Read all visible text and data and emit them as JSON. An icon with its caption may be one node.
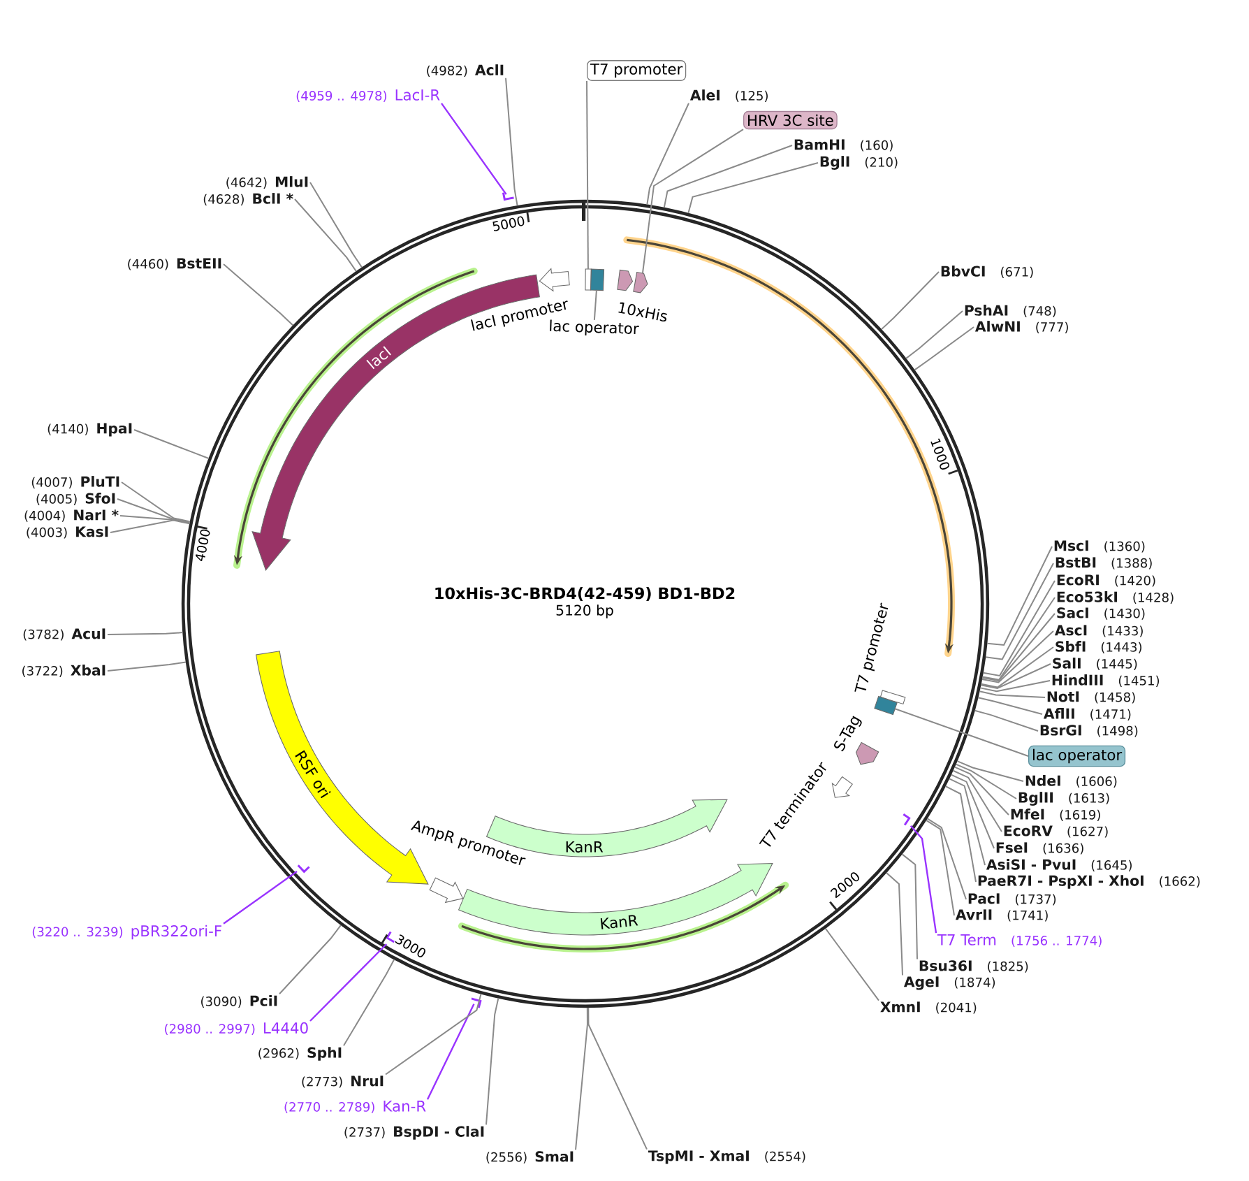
{
  "diagram": {
    "title": "10xHis-3C-BRD4(42-459) BD1-BD2",
    "nodes": [
      {
        "text": [],
        "shape": "circle"
      },
      {
        "text": [],
        "shape": "box",
        "in": 0
      },
      {
        "text": [],
        "shape": "box",
        "in": 0
      },
      {
        "text": [
          "10xHis"
        ],
        "in": 0
      },
      {
        "text": [],
        "shape": "arrow",
        "in": 0
      },
      {
        "text": [
          "T7 promoter"
        ],
        "in": 0
      },
      {
        "text": [],
        "shape": "box",
        "in": 0
      },
      {
        "text": [
          "S-Tag"
        ],
        "in": 0
      },
      {
        "text": [
          "T7 terminator"
        ],
        "in": 0
      },
      {
        "text": [
          "KanR"
        ],
        "in": 0
      },
      {
        "text": [
          "KanR"
        ],
        "in": 0
      },
      {
        "text": [
          "AmpR promoter"
        ],
        "in": 0
      },
      {
        "text": [
          "RSF ori"
        ],
        "in": 0
      },
      {
        "text": [
          "lacI"
        ],
        "in": 0
      },
      {
        "text": [
          "lacI promoter"
        ],
        "in": 0
      },
      {
        "text": [
          "lac operator"
        ],
        "in": 0
      },
      {
        "text": [
          "T7 promoter"
        ]
      },
      {
        "text": [
          "AleI",
          "(125)"
        ]
      },
      {
        "text": [
          "HRV 3C site"
        ]
      },
      {
        "text": [
          "BamHI",
          "(160)"
        ]
      },
      {
        "text": [
          "BglI",
          "(210)"
        ]
      },
      {
        "text": [
          "BbvCI",
          "(671)"
        ]
      },
      {
        "text": [
          "PshAI",
          "(748)"
        ]
      },
      {
        "text": [
          "AlwNI",
          "(777)"
        ]
      },
      {
        "text": [
          "MscI",
          "(1360)"
        ]
      },
      {
        "text": [
          "BstBI",
          "(1388)"
        ]
      },
      {
        "text": [
          "EcoRI",
          "(1420)"
        ]
      },
      {
        "text": [
          "Eco53kI",
          "(1428)"
        ]
      },
      {
        "text": [
          "SacI",
          "(1430)"
        ]
      },
      {
        "text": [
          "AscI",
          "(1433)"
        ]
      },
      {
        "text": [
          "SbfI",
          "(1443)"
        ]
      },
      {
        "text": [
          "SalI",
          "(1445)"
        ]
      },
      {
        "text": [
          "HindIII",
          "(1451)"
        ]
      },
      {
        "text": [
          "NotI",
          "(1458)"
        ]
      },
      {
        "text": [
          "AflII",
          "(1471)"
        ]
      },
      {
        "text": [
          "BsrGI",
          "(1498)"
        ]
      },
      {
        "text": [
          "lac operator"
        ]
      },
      {
        "text": [
          "NdeI",
          "(1606)"
        ]
      },
      {
        "text": [
          "BglII",
          "(1613)"
        ]
      },
      {
        "text": [
          "MfeI",
          "(1619)"
        ]
      },
      {
        "text": [
          "EcoRV",
          "(1627)"
        ]
      },
      {
        "text": [
          "FseI",
          "(1636)"
        ]
      },
      {
        "text": [
          "AsiSI - PvuI",
          "(1645)"
        ]
      },
      {
        "text": [
          "PaeR7I - PspXI - XhoI",
          "(1662)"
        ]
      },
      {
        "text": [
          "PacI",
          "(1737)"
        ]
      },
      {
        "text": [
          "AvrII",
          "(1741)"
        ]
      },
      {
        "text": [
          "T7 Term",
          "(1756 .. 1774)"
        ]
      },
      {
        "text": [
          "Bsu36I",
          "(1825)"
        ]
      },
      {
        "text": [
          "AgeI",
          "(1874)"
        ]
      },
      {
        "text": [
          "XmnI",
          "(2041)"
        ]
      },
      {
        "text": [
          "TspMI - XmaI",
          "(2554)"
        ]
      },
      {
        "text": [
          "(2556)",
          "SmaI"
        ]
      },
      {
        "text": [
          "(2737)",
          "BspDI - ClaI"
        ]
      },
      {
        "text": [
          "(2770 .. 2789)",
          "Kan-R"
        ]
      },
      {
        "text": [
          "(2773)",
          "NruI"
        ]
      },
      {
        "text": [
          "(2962)",
          "SphI"
        ]
      },
      {
        "text": [
          "(2980 .. 2997)",
          "L4440"
        ]
      },
      {
        "text": [
          "(3090)",
          "PciI"
        ]
      },
      {
        "text": [
          "(3220 .. 3239)",
          "pBR322ori-F"
        ]
      },
      {
        "text": [
          "(3722)",
          "XbaI"
        ]
      },
      {
        "text": [
          "(3782)",
          "AcuI"
        ]
      },
      {
        "text": [
          "(4003)",
          "KasI"
        ]
      },
      {
        "text": [
          "(4004)",
          "NarI *"
        ]
      },
      {
        "text": [
          "(4005)",
          "SfoI"
        ]
      },
      {
        "text": [
          "(4007)",
          "PluTI"
        ]
      },
      {
        "text": [
          "(4140)",
          "HpaI"
        ]
      },
      {
        "text": [
          "(4460)",
          "BstEII"
        ]
      },
      {
        "text": [
          "(4628)",
          "BclI *"
        ]
      },
      {
        "text": [
          "(4642)",
          "MluI"
        ]
      },
      {
        "text": [
          "(4959 .. 4978)",
          "LacI-R"
        ]
      },
      {
        "text": [
          "(4982)",
          "AclI"
        ]
      },
      {
        "text": [],
        "shape": "bar"
      },
      {
        "text": [],
        "shape": "bar",
        "in": 0
      },
      {
        "text": [],
        "shape": "bar",
        "in": 0
      },
      {
        "text": [],
        "shape": "bar",
        "in": 0
      },
      {
        "text": [],
        "shape": "bar"
      }
    ],
    "edges": [
      {
        "from": 15,
        "to": 2,
        "arrow": "none"
      },
      {
        "from": 16,
        "to": 1,
        "arrow": "none"
      },
      {
        "from": 17,
        "to": 0,
        "arrow": "none"
      },
      {
        "from": 18,
        "to": 4,
        "arrow": "none"
      },
      {
        "from": 19,
        "to": 0,
        "arrow": "none"
      },
      {
        "from": 20,
        "to": 0,
        "arrow": "none"
      },
      {
        "from": 21,
        "to": 0,
        "arrow": "none"
      },
      {
        "from": 22,
        "to": 0,
        "arrow": "none"
      },
      {
        "from": 23,
        "to": 0,
        "arrow": "none"
      },
      {
        "from": 24,
        "to": 0,
        "arrow": "none"
      },
      {
        "from": 25,
        "to": 0,
        "arrow": "none"
      },
      {
        "from": 26,
        "to": 0,
        "arrow": "none"
      },
      {
        "from": 27,
        "to": 0,
        "arrow": "none"
      },
      {
        "from": 28,
        "to": 0,
        "arrow": "none"
      },
      {
        "from": 29,
        "to": 0,
        "arrow": "none"
      },
      {
        "from": 30,
        "to": 0,
        "arrow": "none"
      },
      {
        "from": 31,
        "to": 0,
        "arrow": "none"
      },
      {
        "from": 32,
        "to": 0,
        "arrow": "none"
      },
      {
        "from": 33,
        "to": 0,
        "arrow": "none"
      },
      {
        "from": 34,
        "to": 0,
        "arrow": "none"
      },
      {
        "from": 35,
        "to": 0,
        "arrow": "none"
      },
      {
        "from": 36,
        "to": 6,
        "arrow": "none"
      },
      {
        "from": 37,
        "to": 0,
        "arrow": "none"
      },
      {
        "from": 38,
        "to": 0,
        "arrow": "none"
      },
      {
        "from": 39,
        "to": 0,
        "arrow": "none"
      },
      {
        "from": 40,
        "to": 0,
        "arrow": "none"
      },
      {
        "from": 41,
        "to": 0,
        "arrow": "none"
      },
      {
        "from": 42,
        "to": 0,
        "arrow": "none"
      },
      {
        "from": 43,
        "to": 0,
        "arrow": "none"
      },
      {
        "from": 44,
        "to": 0,
        "arrow": "none"
      },
      {
        "from": 45,
        "to": 0,
        "arrow": "none"
      },
      {
        "from": 46,
        "to": 72,
        "arrow": "none",
        "color": "#9933ff"
      },
      {
        "from": 47,
        "to": 0,
        "arrow": "none"
      },
      {
        "from": 48,
        "to": 0,
        "arrow": "none"
      },
      {
        "from": 49,
        "to": 0,
        "arrow": "none"
      },
      {
        "from": 50,
        "to": 0,
        "arrow": "none"
      },
      {
        "from": 51,
        "to": 0,
        "arrow": "none"
      },
      {
        "from": 52,
        "to": 0,
        "arrow": "none"
      },
      {
        "from": 53,
        "to": 75,
        "arrow": "none",
        "color": "#9933ff"
      },
      {
        "from": 54,
        "to": 0,
        "arrow": "none"
      },
      {
        "from": 55,
        "to": 0,
        "arrow": "none"
      },
      {
        "from": 56,
        "to": 74,
        "arrow": "none",
        "color": "#9933ff"
      },
      {
        "from": 57,
        "to": 0,
        "arrow": "none"
      },
      {
        "from": 58,
        "to": 73,
        "arrow": "none",
        "color": "#9933ff"
      },
      {
        "from": 59,
        "to": 0,
        "arrow": "none"
      },
      {
        "from": 60,
        "to": 0,
        "arrow": "none"
      },
      {
        "from": 61,
        "to": 0,
        "arrow": "none"
      },
      {
        "from": 62,
        "to": 0,
        "arrow": "none"
      },
      {
        "from": 63,
        "to": 0,
        "arrow": "none"
      },
      {
        "from": 64,
        "to": 0,
        "arrow": "none"
      },
      {
        "from": 65,
        "to": 0,
        "arrow": "none"
      },
      {
        "from": 66,
        "to": 0,
        "arrow": "none"
      },
      {
        "from": 67,
        "to": 0,
        "arrow": "none"
      },
      {
        "from": 68,
        "to": 0,
        "arrow": "none"
      },
      {
        "from": 69,
        "to": 71,
        "arrow": "none",
        "color": "#9933ff"
      },
      {
        "from": 70,
        "to": 0,
        "arrow": "none"
      }
    ],
    "labels": [
      "5000",
      "1000",
      "4000",
      "5120 bp",
      "2000",
      "3000"
    ]
  }
}
